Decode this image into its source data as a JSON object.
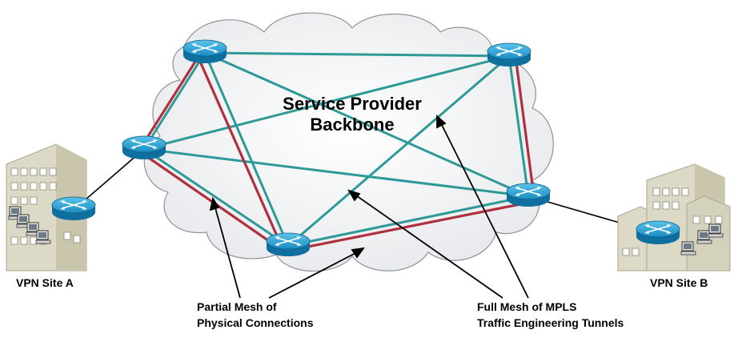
{
  "cloud_title_line1": "Service Provider",
  "cloud_title_line2": "Backbone",
  "site_a_label": "VPN Site A",
  "site_b_label": "VPN Site B",
  "partial_mesh_line1": "Partial Mesh of",
  "partial_mesh_line2": "Physical Connections",
  "full_mesh_line1": "Full Mesh of MPLS",
  "full_mesh_line2": "Traffic Engineering Tunnels",
  "colors": {
    "physical_link": "#b03040",
    "te_tunnel": "#2e9a98",
    "router": "#1a86b8",
    "cloud_fill": "#f3f4f5",
    "building": "#dcdac6"
  }
}
